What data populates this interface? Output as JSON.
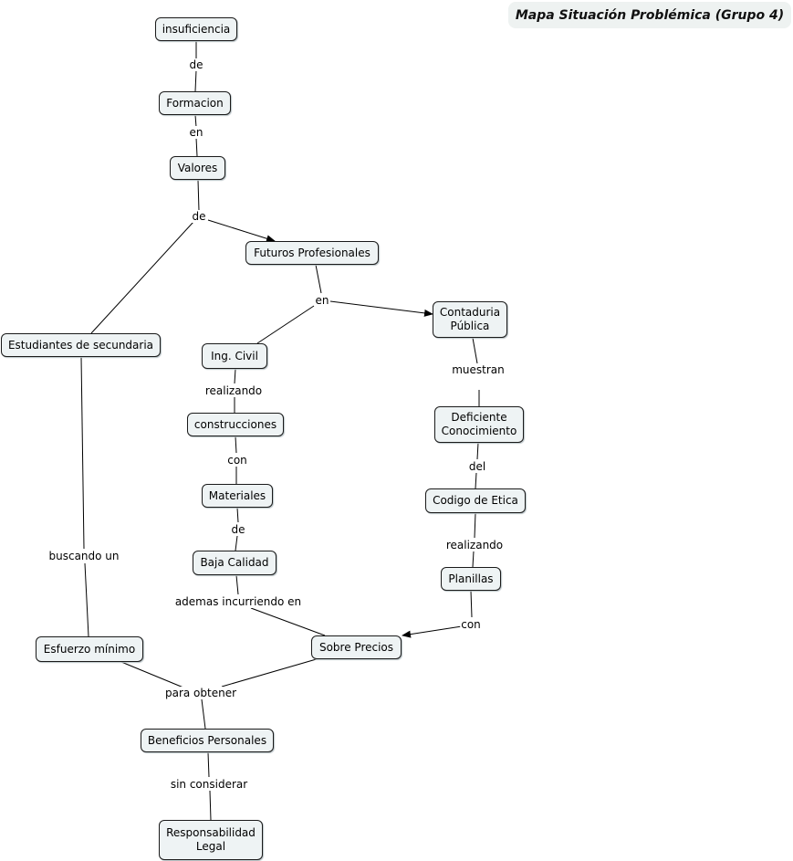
{
  "title": "Mapa Situación Problémica (Grupo 4)",
  "concepts": {
    "insuficiencia": "insuficiencia",
    "formacion": "Formacion",
    "valores": "Valores",
    "futuros": "Futuros Profesionales",
    "estudiantes": "Estudiantes de secundaria",
    "ingcivil": "Ing. Civil",
    "contaduria": "Contaduria\nPública",
    "construcciones": "construcciones",
    "deficiente": "Deficiente\nConocimiento",
    "materiales": "Materiales",
    "codigo": "Codigo de Etica",
    "baja": "Baja Calidad",
    "planillas": "Planillas",
    "sobreprecios": "Sobre Precios",
    "esfuerzo": "Esfuerzo mínimo",
    "beneficios": "Beneficios Personales",
    "responsabilidad": "Responsabilidad\nLegal"
  },
  "links": {
    "de1": "de",
    "en1": "en",
    "de2": "de",
    "en2": "en",
    "muestran": "muestran",
    "realizando1": "realizando",
    "con1": "con",
    "del": "del",
    "de3": "de",
    "realizando2": "realizando",
    "buscando": "buscando un",
    "ademas": "ademas incurriendo en",
    "con2": "con",
    "para": "para obtener",
    "sin": "sin considerar"
  }
}
